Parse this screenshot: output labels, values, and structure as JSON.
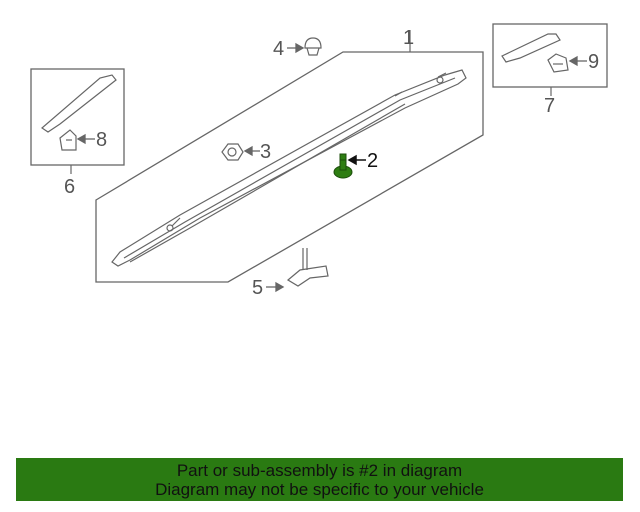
{
  "diagram": {
    "callouts": [
      {
        "id": "1",
        "label": "1"
      },
      {
        "id": "2",
        "label": "2",
        "highlighted": true
      },
      {
        "id": "3",
        "label": "3"
      },
      {
        "id": "4",
        "label": "4"
      },
      {
        "id": "5",
        "label": "5"
      },
      {
        "id": "6",
        "label": "6"
      },
      {
        "id": "7",
        "label": "7"
      },
      {
        "id": "8",
        "label": "8"
      },
      {
        "id": "9",
        "label": "9"
      }
    ],
    "highlight_color": "#2e7d12",
    "line_color": "#666666"
  },
  "banner": {
    "line1": "Part or sub-assembly is #2 in diagram",
    "line2": "Diagram may not be specific to your vehicle",
    "background": "#2a7a12"
  }
}
